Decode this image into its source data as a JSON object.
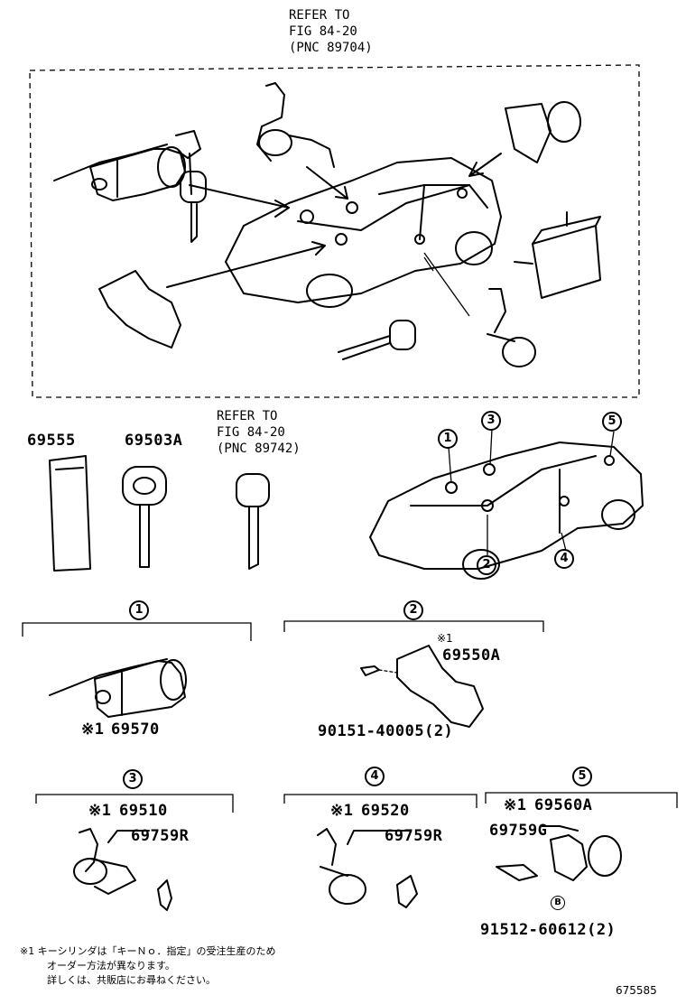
{
  "top_ref": [
    "REFER TO",
    "FIG 84-20",
    "(PNC 89704)"
  ],
  "mid_ref": [
    "REFER TO",
    "FIG 84-20",
    "(PNC 89742)"
  ],
  "parts": {
    "p69555": "69555",
    "p69503A": "69503A",
    "p69570": "69570",
    "p69550A": "69550A",
    "p90151": "90151-40005(2)",
    "p69510": "69510",
    "p69759R_a": "69759R",
    "p69520": "69520",
    "p69759R_b": "69759R",
    "p69560A": "69560A",
    "p69759G": "69759G",
    "p91512": "91512-60612(2)"
  },
  "mark": "※1",
  "mark_small": "※1",
  "callouts": {
    "c1": "1",
    "c2": "2",
    "c3": "3",
    "c4": "4",
    "c5": "5",
    "cB": "B"
  },
  "sections": {
    "s1": "1",
    "s2": "2",
    "s3": "3",
    "s4": "4",
    "s5": "5"
  },
  "note_lines": [
    "※1 キーシリンダは「キーＮｏ．指定」の受注生産のため",
    "オーダー方法が異なります。",
    "詳しくは、共販店にお尋ねください。"
  ],
  "figure_id": "675585"
}
